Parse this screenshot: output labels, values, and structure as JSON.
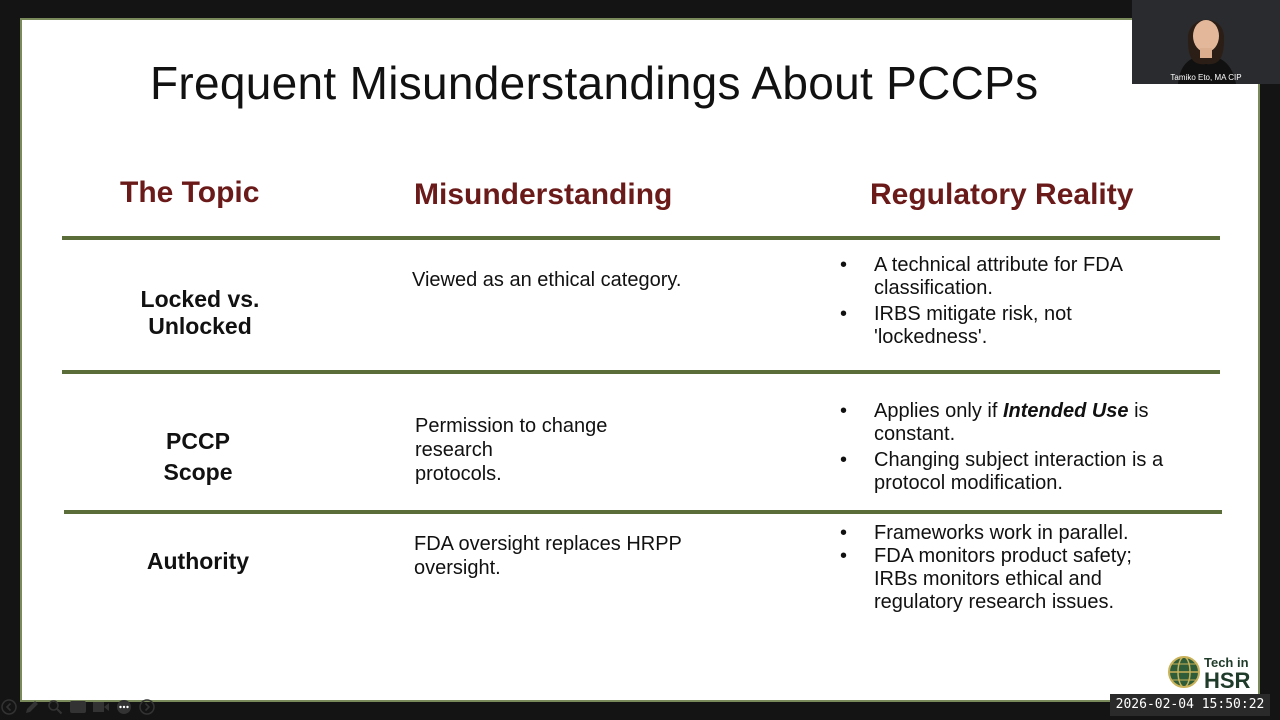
{
  "slide": {
    "title": "Frequent Misunderstandings About PCCPs",
    "headers": {
      "topic": "The Topic",
      "misunderstanding": "Misunderstanding",
      "reality": "Regulatory Reality"
    },
    "rows": [
      {
        "topic_line1": "Locked vs.",
        "topic_line2": "Unlocked",
        "misunderstanding": "Viewed as an ethical category.",
        "reality": [
          "A technical attribute for FDA classification.",
          "IRBS mitigate risk, not 'lockedness'."
        ]
      },
      {
        "topic_line1": "PCCP",
        "topic_line2": "Scope",
        "misunderstanding_line1": "Permission to change",
        "misunderstanding_line2": "research",
        "misunderstanding_line3": "protocols.",
        "reality_1_pre": "Applies only if ",
        "reality_1_em": "Intended Use",
        "reality_1_post": " is constant.",
        "reality_2": "Changing subject interaction is a protocol modification."
      },
      {
        "topic": "Authority",
        "misunderstanding": "FDA oversight replaces HRPP oversight.",
        "reality": [
          "Frameworks work in parallel.",
          "FDA monitors product safety; IRBs monitors ethical and regulatory research issues."
        ]
      }
    ],
    "bullet": "•"
  },
  "webcam": {
    "name": "Tamiko Eto, MA CIP"
  },
  "logo": {
    "line1": "Tech in",
    "line2": "HSR"
  },
  "timestamp": "2026-02-04  15:50:22",
  "toolbar": {
    "icons": [
      "back-icon",
      "pen-icon",
      "zoom-icon",
      "captions-icon",
      "camera-icon",
      "more-icon",
      "forward-icon"
    ],
    "cc_label": "cc"
  },
  "colors": {
    "header_text": "#6b1a1a",
    "rule": "#5b6e3a",
    "logo_green": "#1f3b2a"
  }
}
